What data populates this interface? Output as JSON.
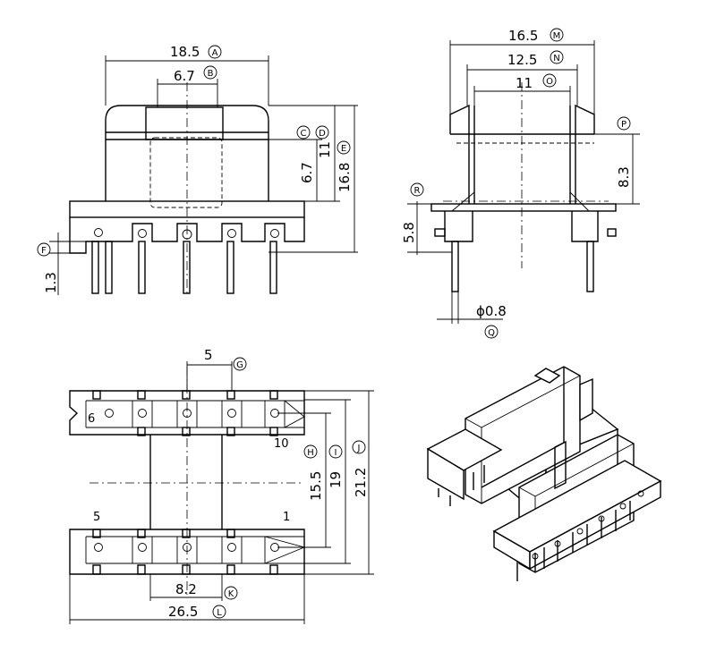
{
  "dims": {
    "A": {
      "value": "18.5",
      "letter": "A"
    },
    "B": {
      "value": "6.7",
      "letter": "B"
    },
    "C": {
      "letter": "C"
    },
    "D": {
      "letter": "D"
    },
    "E": {
      "letter": "E"
    },
    "F": {
      "letter": "F"
    },
    "c_val": "6.7",
    "d_val": "11",
    "e_val": "16.8",
    "f_val": "1.3",
    "M": {
      "value": "16.5",
      "letter": "M"
    },
    "N": {
      "value": "12.5",
      "letter": "N"
    },
    "O": {
      "value": "11",
      "letter": "O"
    },
    "P": {
      "letter": "P"
    },
    "p_val": "8.3",
    "R": {
      "letter": "R"
    },
    "r_val": "5.8",
    "Q": {
      "value": "ϕ0.8",
      "letter": "Q"
    },
    "G": {
      "value": "5",
      "letter": "G"
    },
    "H": {
      "letter": "H"
    },
    "I": {
      "letter": "I"
    },
    "J": {
      "letter": "J"
    },
    "h_val": "15.5",
    "i_val": "19",
    "j_val": "21.2",
    "K": {
      "value": "8.2",
      "letter": "K"
    },
    "L": {
      "value": "26.5",
      "letter": "L"
    }
  },
  "pins": {
    "p6": "6",
    "p10": "10",
    "p5": "5",
    "p1": "1"
  },
  "colors": {
    "line": "#000000",
    "background": "#ffffff"
  }
}
